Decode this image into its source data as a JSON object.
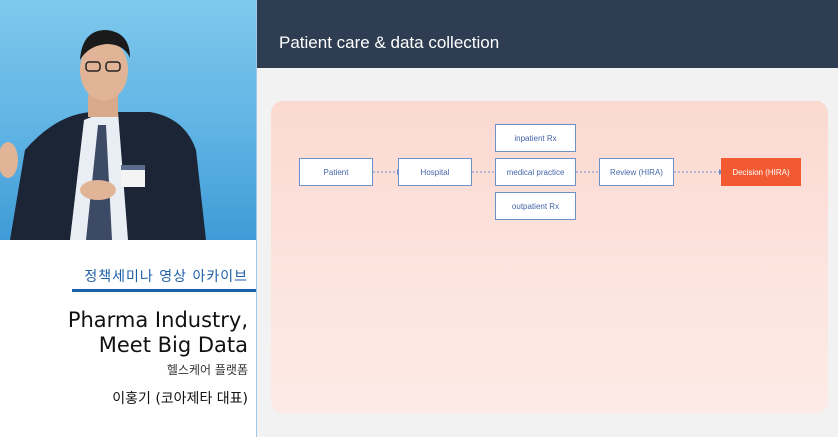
{
  "caption": {
    "series_label": "정책세미나 영상 아카이브",
    "title_line1": "Pharma Industry,",
    "title_line2": "Meet Big Data",
    "subtitle": "헬스케어 플랫폼",
    "speaker": "이홍기 (코아제타 대표)"
  },
  "slide": {
    "title": "Patient care & data collection",
    "nodes": {
      "patient": "Patient",
      "hospital": "Hospital",
      "inpatient": "inpatient Rx",
      "medical": "medical practice",
      "outpatient": "outpatient Rx",
      "review": "Review (HIRA)",
      "decision": "Decision (HIRA)"
    }
  },
  "colors": {
    "header_bg": "#2f3d52",
    "decision_fill": "#f25a32",
    "node_border": "#6f8fc9",
    "series_blue": "#1f5fa8"
  }
}
